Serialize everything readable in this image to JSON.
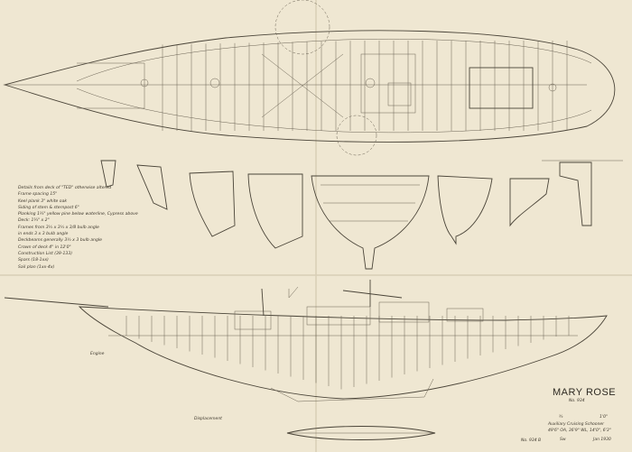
{
  "title_block": {
    "vessel_name": "MARY ROSE",
    "design_number": "No. 934",
    "scale_left": "¾",
    "scale_right": "1'0\"",
    "description": "Auxiliary Cruising Schooner",
    "dimensions": "49'6\" OA, 36'9\" WL, 14'0\", 6'3\"",
    "initials": "Sw",
    "date": "Jan 1930",
    "filing_mark": "No. 934 B"
  },
  "notes": [
    "Details from deck of \"TED\" otherwise altered",
    "Frame spacing 15\"",
    "Keel plank 3\" white oak",
    "Siding of stem & sternpost 6\"",
    "Planking 1¼\" yellow pine below waterline, Cypress above",
    "Deck: 1¼\" x 2\"",
    "Frames from 3½ x 3½ x 3/8 bulb angle",
    "   in ends    3 x 3 bulb angle",
    "Deckbeams generally 3½ x 3 bulb angle",
    "Crown of deck 4\" in 12'0\"",
    "Construction List (39-133)",
    "Spars (18-1xx)",
    "Sail plan (1xx-4x)"
  ],
  "labels": {
    "profile_note": "Engine",
    "profile_note_2": "Displacement"
  },
  "colors": {
    "paper": "#efe7d2",
    "ink": "#4a4438"
  }
}
